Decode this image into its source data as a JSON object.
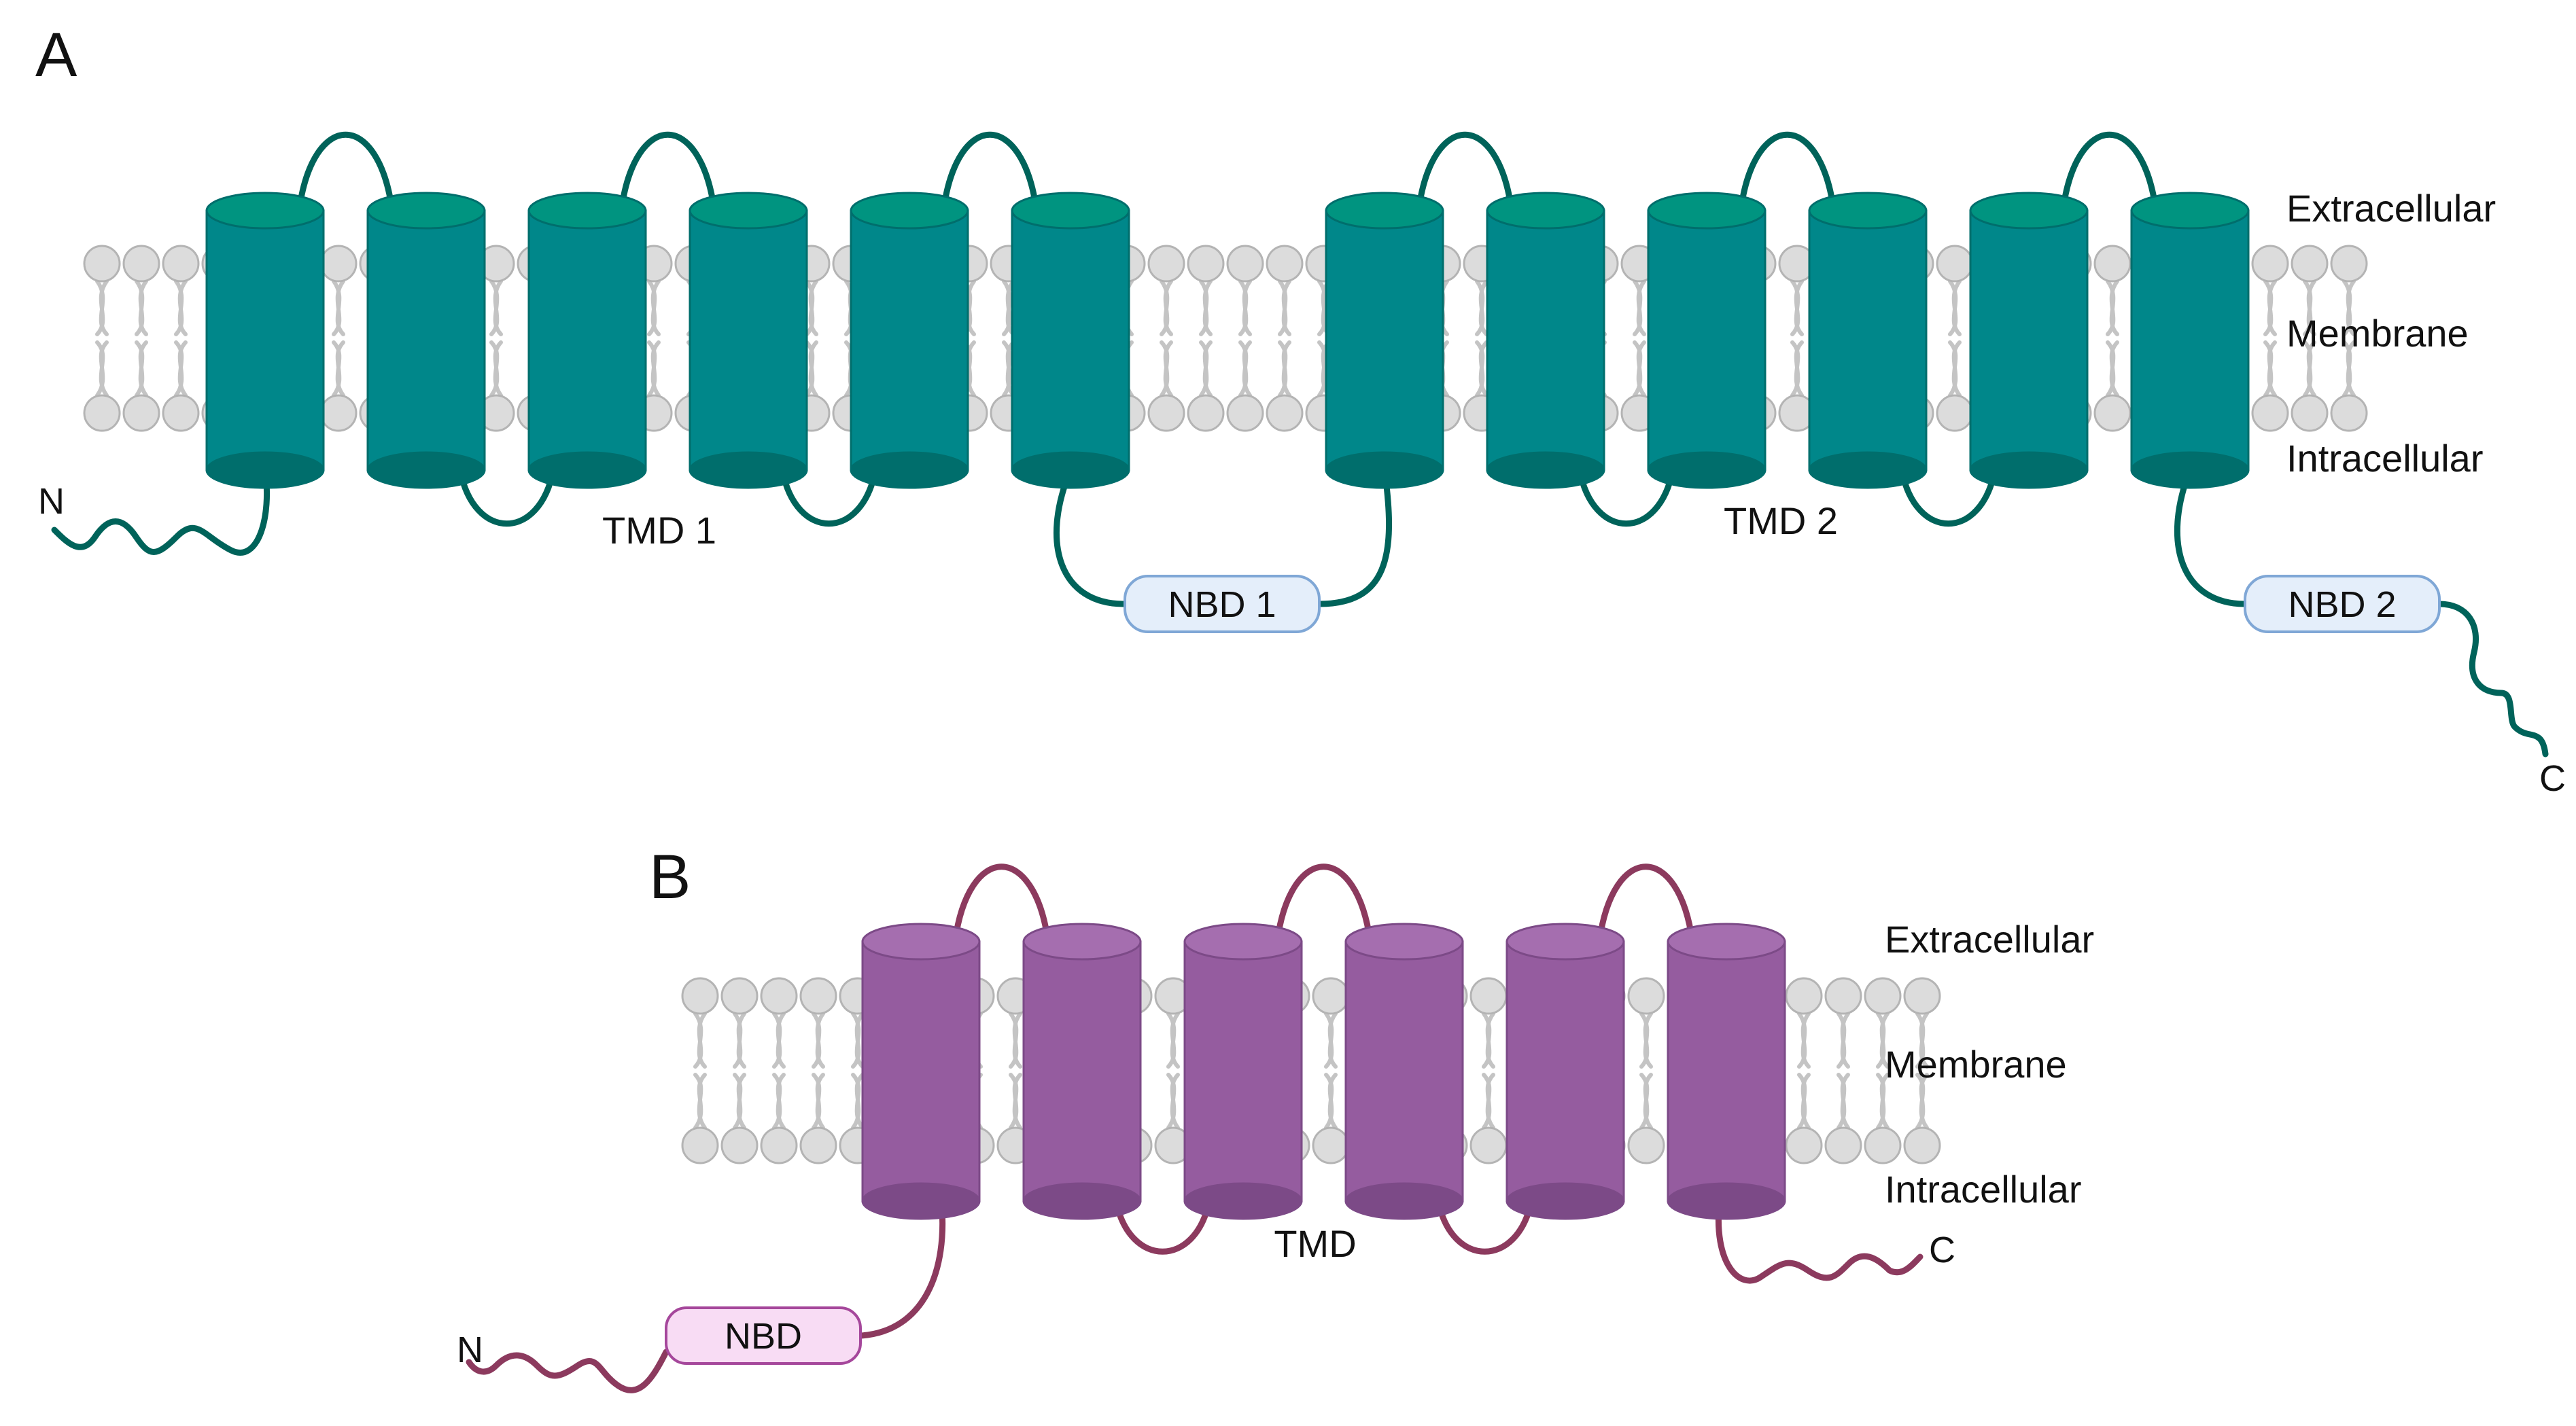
{
  "panel_a": {
    "letter": "A",
    "labels": {
      "extracellular": "Extracellular",
      "membrane": "Membrane",
      "intracellular": "Intracellular"
    },
    "tmd1": "TMD 1",
    "tmd2": "TMD 2",
    "nbd1": "NBD 1",
    "nbd2": "NBD 2",
    "n_terminus": "N",
    "c_terminus": "C",
    "helices_per_tmd": 6,
    "colors": {
      "helix_body": "#00878a",
      "helix_top": "#009480",
      "helix_bottom": "#006e6c",
      "loop": "#00635a",
      "nbd_fill": "#e4eefa",
      "nbd_stroke": "#7fa7d6"
    }
  },
  "panel_b": {
    "letter": "B",
    "labels": {
      "extracellular": "Extracellular",
      "membrane": "Membrane",
      "intracellular": "Intracellular"
    },
    "tmd": "TMD",
    "nbd": "NBD",
    "n_terminus": "N",
    "c_terminus": "C",
    "helices": 6,
    "colors": {
      "helix_body": "#955c9f",
      "helix_top": "#a56eaf",
      "helix_bottom": "#7c4a87",
      "loop": "#8c3a5e",
      "nbd_fill": "#f8dcf4",
      "nbd_stroke": "#a5479b"
    }
  },
  "membrane_colors": {
    "lipid_head": "#dcdcdc",
    "lipid_stroke": "#b4b4b4",
    "tail": "#c4c4c4"
  }
}
